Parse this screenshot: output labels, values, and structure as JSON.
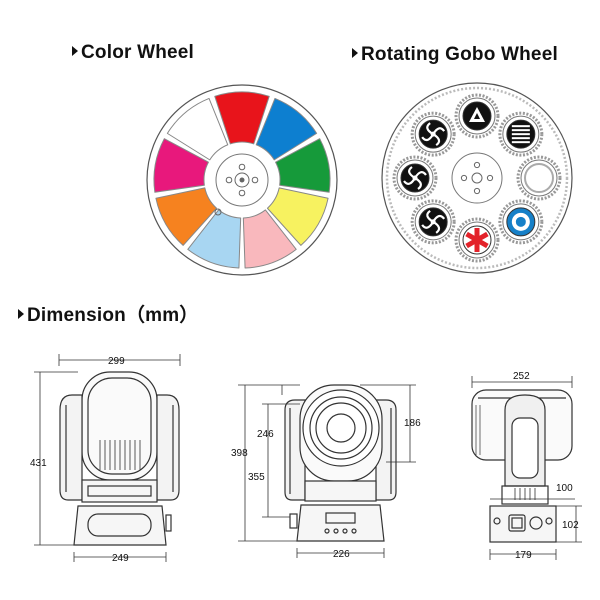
{
  "headers": {
    "color_wheel": "Color Wheel",
    "gobo_wheel": "Rotating Gobo Wheel",
    "dimension": "Dimension（mm）"
  },
  "color_wheel": {
    "slots": [
      "#ffffff",
      "#e8141b",
      "#0d7fd0",
      "#169a3a",
      "#f7f260",
      "#f9b8bd",
      "#a8d6f2",
      "#f6821f",
      "#e8187c"
    ]
  },
  "gobo_wheel": {
    "accent_red": "#e3222a",
    "accent_blue": "#1680c8"
  },
  "dimensions": {
    "front_width": "299",
    "front_height": "431",
    "base_width": "249",
    "mid_height_total": "398",
    "mid_height_355": "355",
    "mid_height_246": "246",
    "mid_head": "186",
    "mid_base_width": "226",
    "side_width": "252",
    "side_100": "100",
    "side_base_height": "102",
    "side_base_width": "179"
  }
}
